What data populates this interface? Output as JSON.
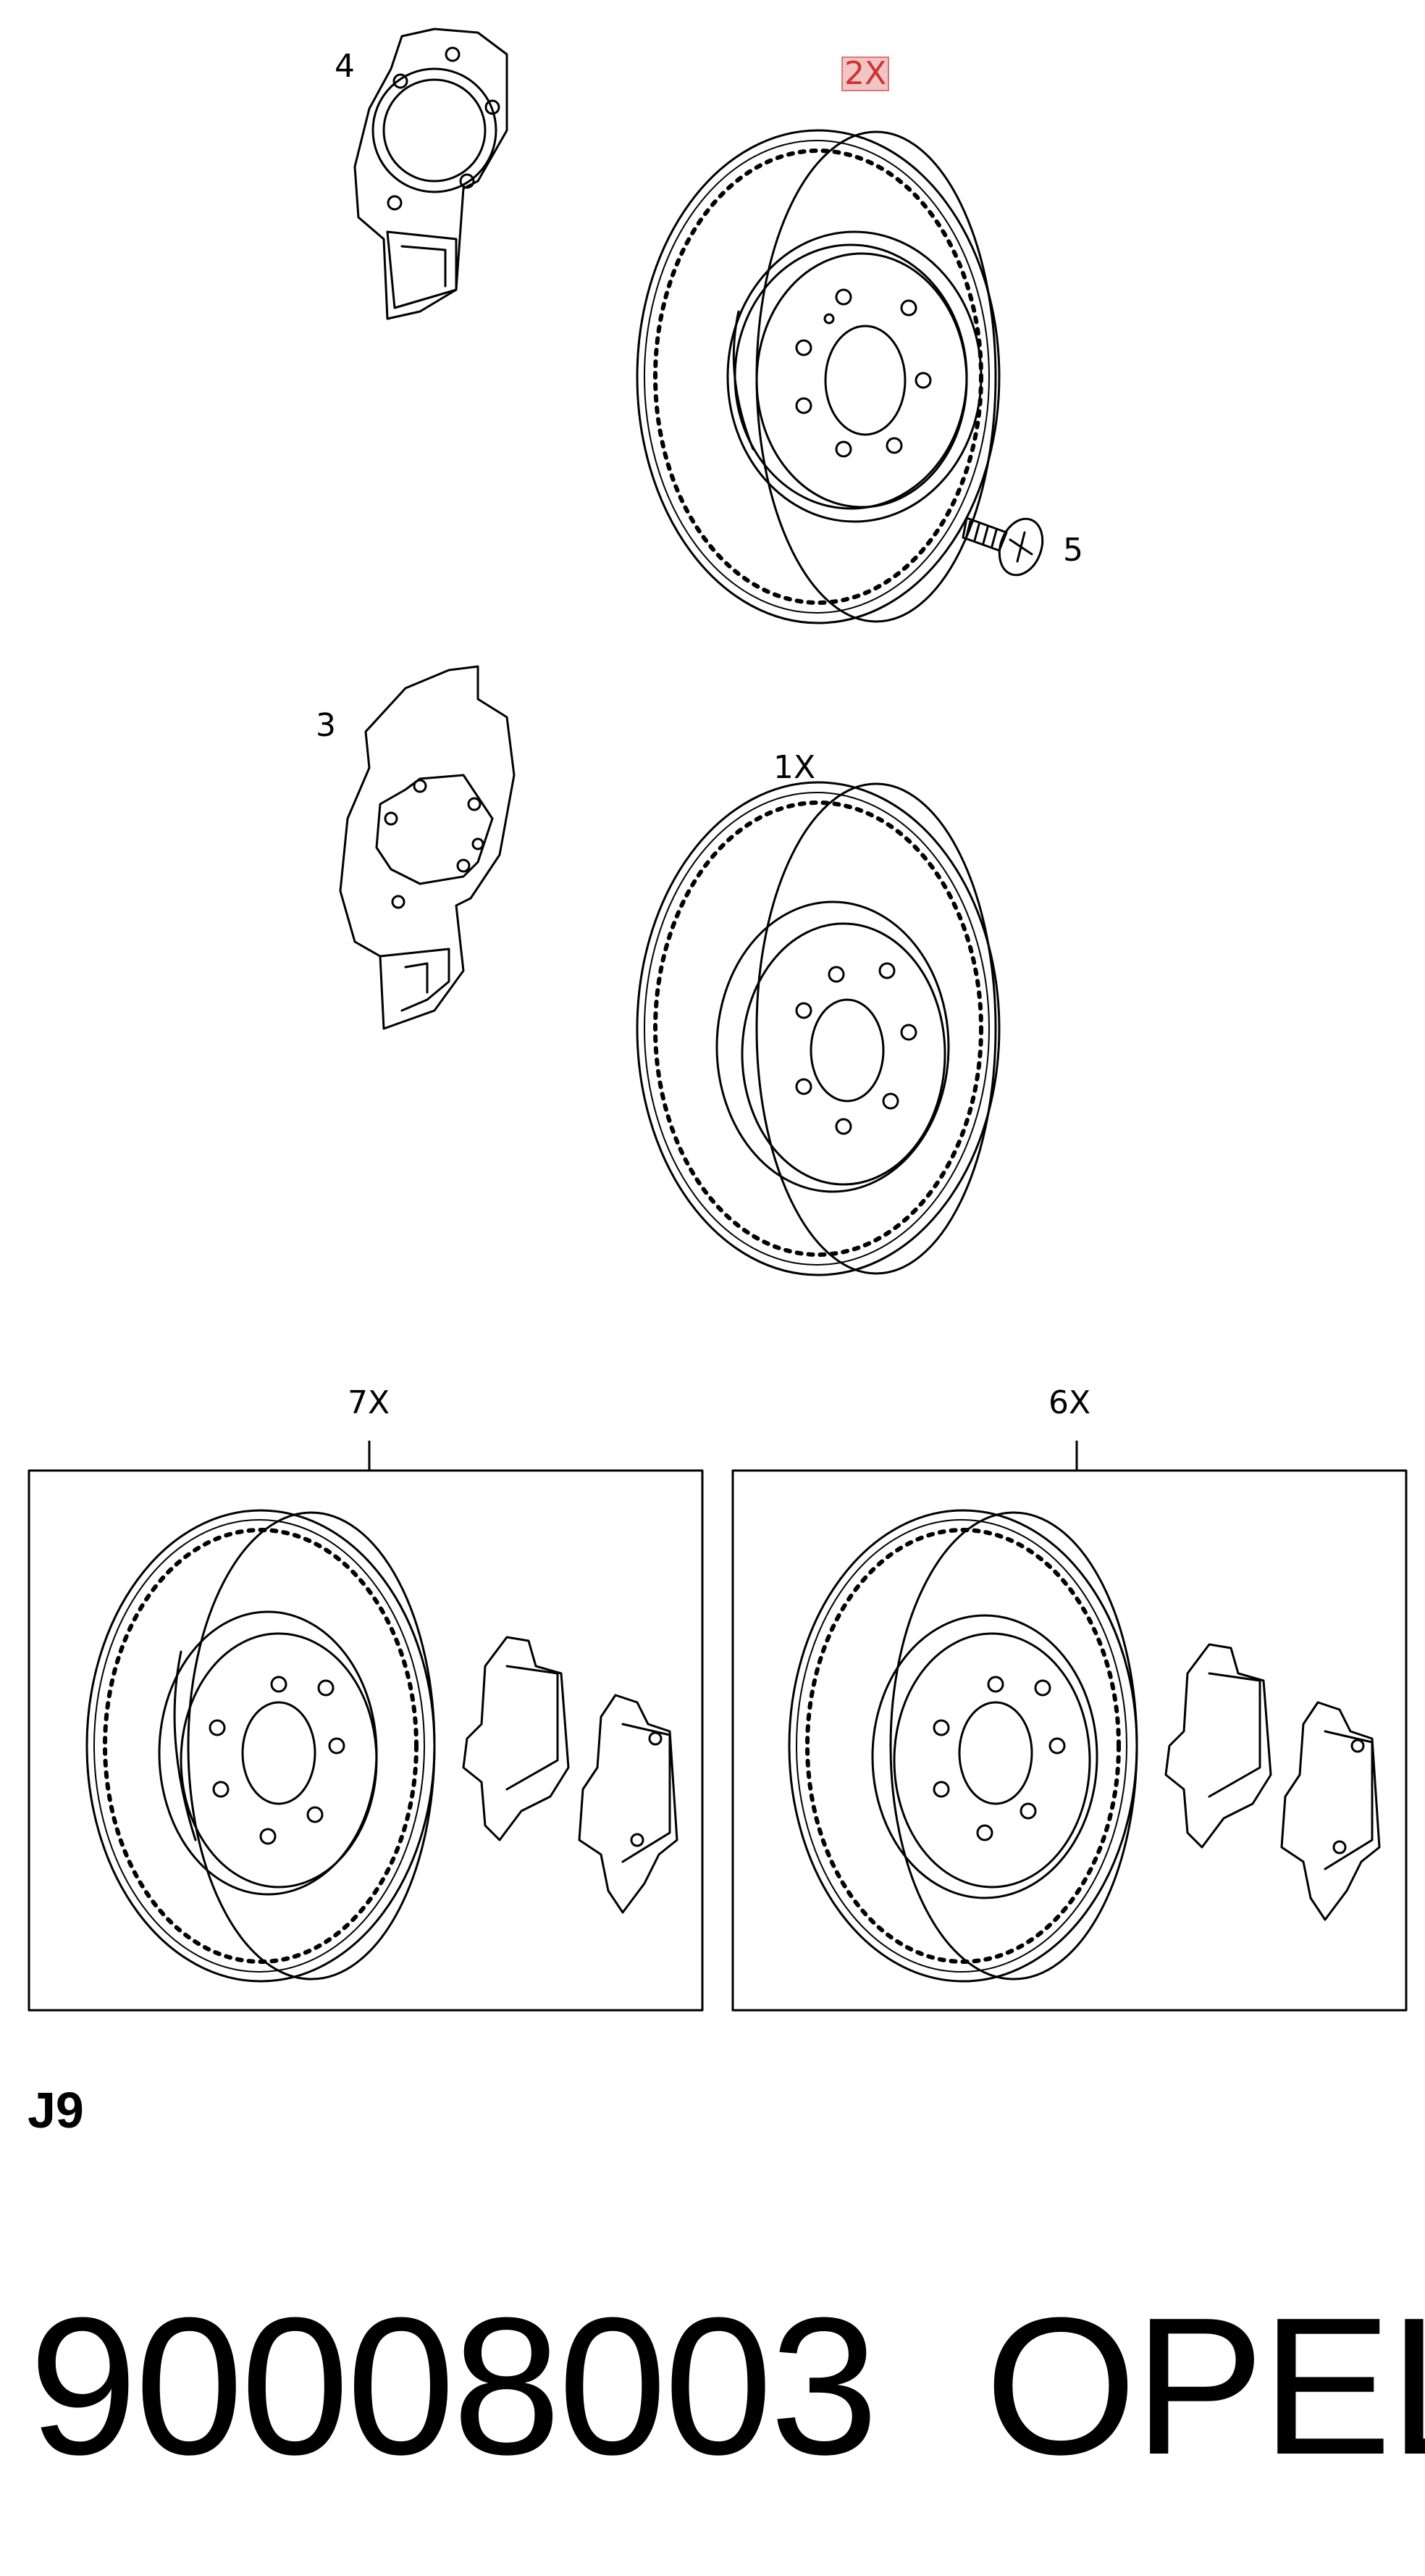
{
  "callouts": {
    "item_4": "4",
    "item_2x": "2X",
    "item_5": "5",
    "item_3": "3",
    "item_1x": "1X",
    "item_7x": "7X",
    "item_6x": "6X"
  },
  "section_code": "J9",
  "footer": {
    "part_number": "90008003",
    "brand": "OPEL"
  },
  "colors": {
    "line": "#000000",
    "highlight_fill": "#f2c4c4",
    "highlight_border": "#dd7777"
  }
}
